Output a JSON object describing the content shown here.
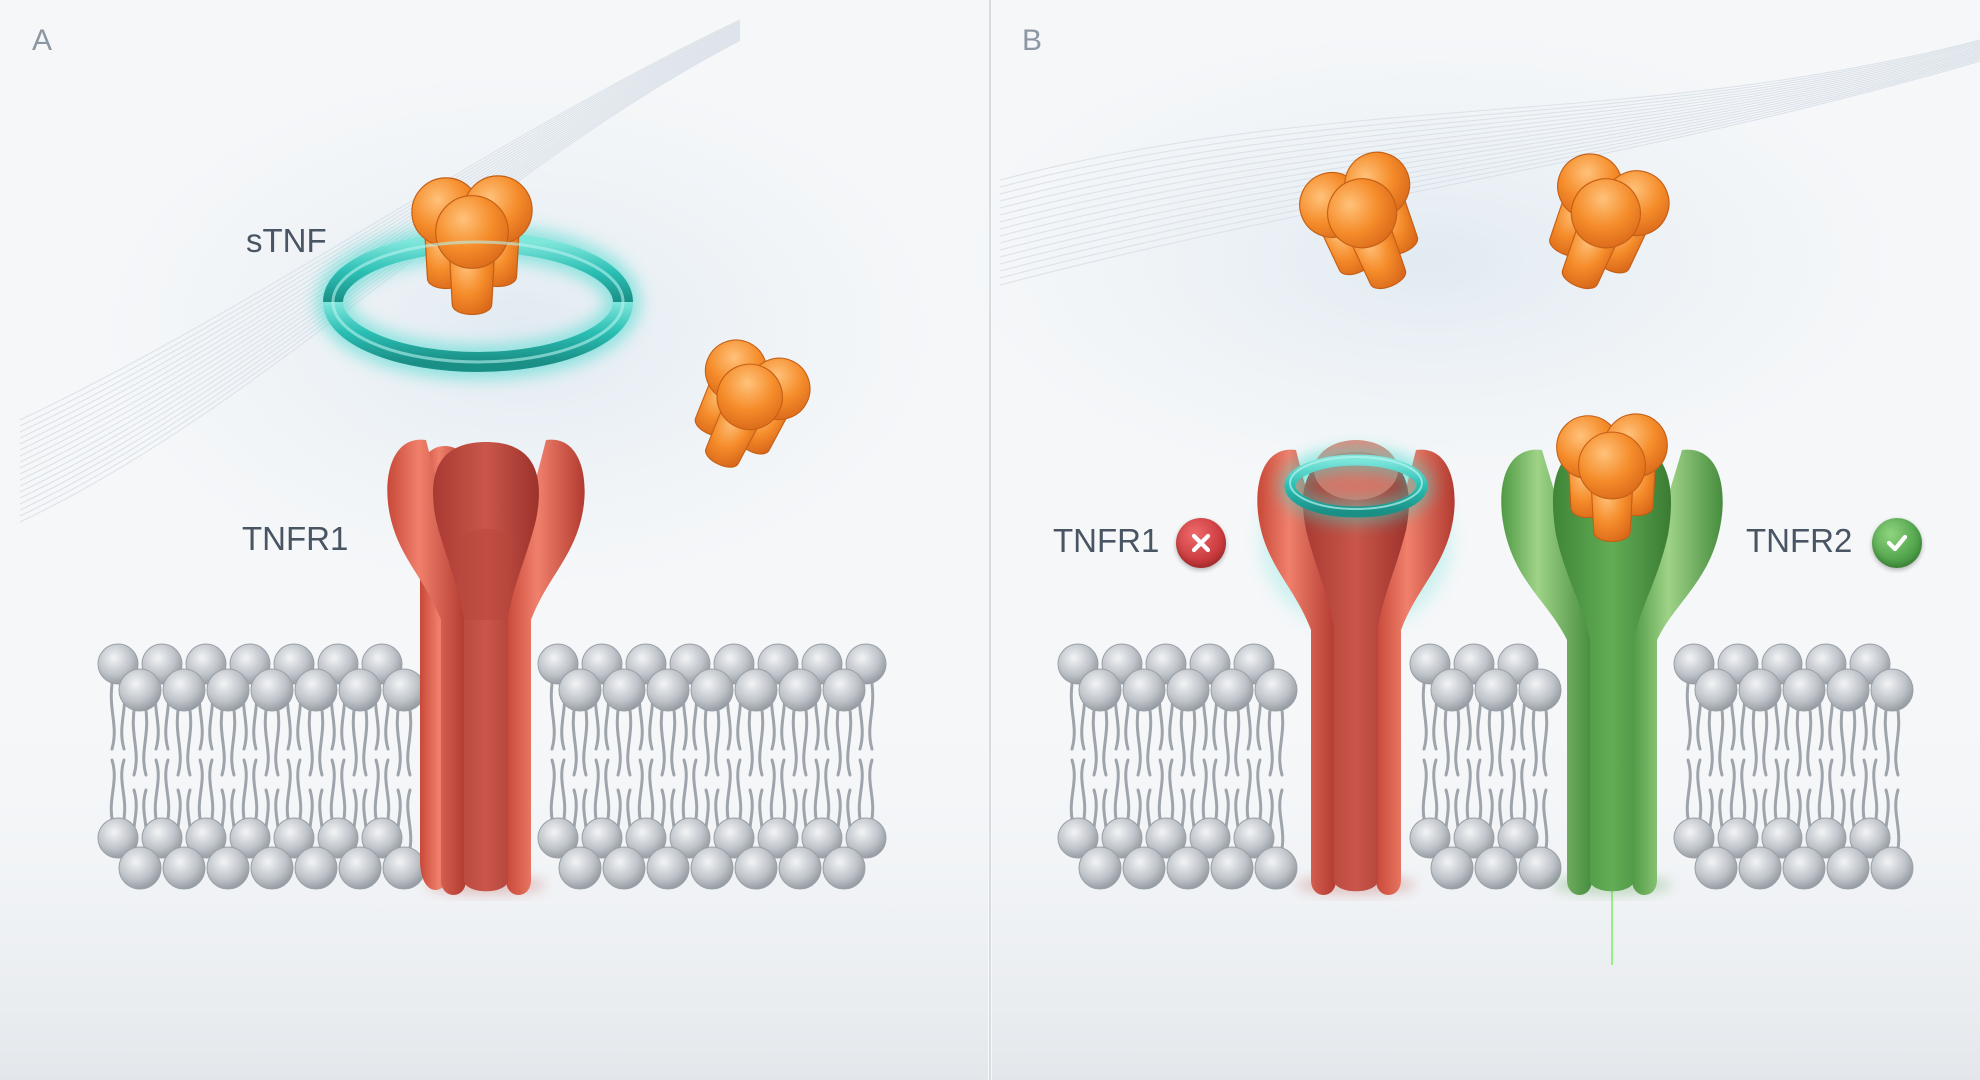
{
  "panels": {
    "a": {
      "label": "A",
      "ligand_label": "sTNF",
      "receptor_label": "TNFR1"
    },
    "b": {
      "label": "B",
      "receptor1_label": "TNFR1",
      "receptor1_status_icon": "cross-icon",
      "receptor2_label": "TNFR2",
      "receptor2_status_icon": "check-icon"
    }
  },
  "colors": {
    "tnf_trimer": "#f08a28",
    "tnfr1": "#d55a48",
    "tnfr2": "#6fb35a",
    "blocking_ring": "#2bbfb4",
    "membrane_lipid": "#b9bec4",
    "blocked_badge": "#c93a3d",
    "allowed_badge": "#4fa24a"
  }
}
